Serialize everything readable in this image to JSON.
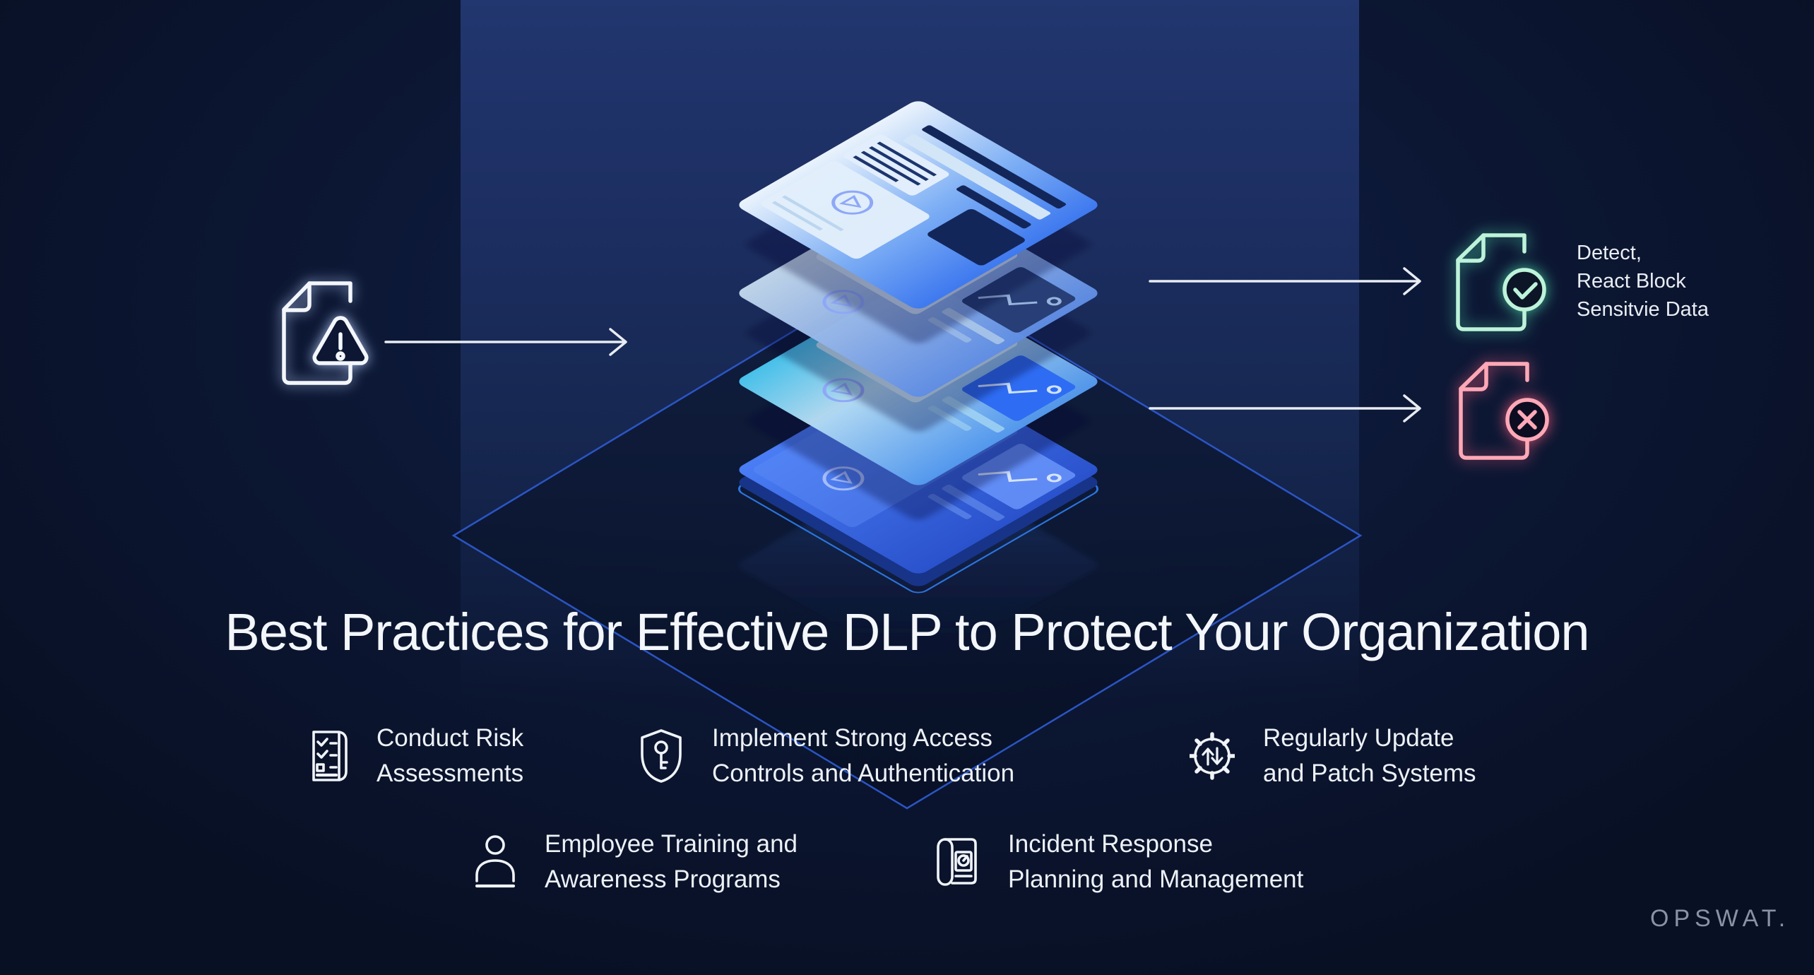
{
  "title": "Best Practices for Effective DLP to Protect Your Organization",
  "diagram": {
    "input_icon": "document-warning-icon",
    "approved_icon": "document-approved-icon",
    "blocked_icon": "document-blocked-icon",
    "note": {
      "line1": "Detect,",
      "line2": "React Block",
      "line3": "Sensitvie Data"
    }
  },
  "practices": [
    {
      "icon": "checklist-document-icon",
      "line1": "Conduct Risk",
      "line2": "Assessments"
    },
    {
      "icon": "shield-key-icon",
      "line1": "Implement Strong Access",
      "line2": "Controls and Authentication"
    },
    {
      "icon": "gear-sync-icon",
      "line1": "Regularly Update",
      "line2": "and Patch Systems"
    },
    {
      "icon": "person-icon",
      "line1": "Employee Training and",
      "line2": "Awareness Programs"
    },
    {
      "icon": "incident-plan-icon",
      "line1": "Incident Response",
      "line2": "Planning and Management"
    }
  ],
  "brand": "OPSWAT.",
  "colors": {
    "background": "#0a1228",
    "panel_top": "#21356e",
    "diamond_stroke": "#2b55c4",
    "accent_blue": "#2e6cf3",
    "accent_cyan": "#48c5ef",
    "success_glow": "#bdf3da",
    "danger_glow": "#ffa8b7",
    "text": "#eef1f7",
    "brand_text": "#8a92a4"
  }
}
